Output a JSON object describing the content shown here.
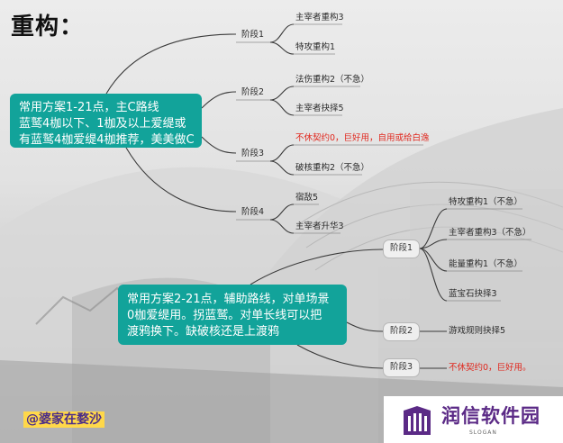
{
  "title": "重构：",
  "upper": {
    "box_lines": [
      "常用方案1-21点，主C路线",
      "蓝鹫4枷以下、1枷及以上爱缇或",
      "有蓝鹫4枷爱缇4枷推荐，美美做C"
    ],
    "stages": [
      {
        "label": "阶段1",
        "items": [
          "主宰者重构3",
          "特攻重构1"
        ]
      },
      {
        "label": "阶段2",
        "items": [
          "法伤重构2（不急）",
          "主宰者抉择5"
        ]
      },
      {
        "label": "阶段3",
        "items": [
          "不休契约0，巨好用，自用或给白逸",
          "破核重构2（不急）"
        ]
      },
      {
        "label": "阶段4",
        "items": [
          "宿敌5",
          "主宰者升华3"
        ]
      }
    ]
  },
  "lower": {
    "box_lines": [
      "常用方案2-21点，辅助路线，对单场景",
      "0枷爱缇用。拐蓝鹫。对单长线可以把",
      "渡鸦换下。缺破核还是上渡鸦"
    ],
    "stages": [
      {
        "label": "阶段1",
        "items": [
          "特攻重构1（不急）",
          "主宰者重构3（不急）",
          "能量重构1（不急）",
          "蓝宝石抉择3"
        ]
      },
      {
        "label": "阶段2",
        "items": [
          "游戏规则抉择5"
        ]
      },
      {
        "label": "阶段3",
        "items": [
          "不休契约0，巨好用。"
        ]
      }
    ]
  },
  "watermark": "@婆家在婺沙",
  "brand": {
    "name": "润信软件园",
    "slogan": "SLOGAN"
  },
  "colors": {
    "teal": "#12a39a",
    "red": "#e0261c",
    "brand_purple": "#5b2a86"
  }
}
